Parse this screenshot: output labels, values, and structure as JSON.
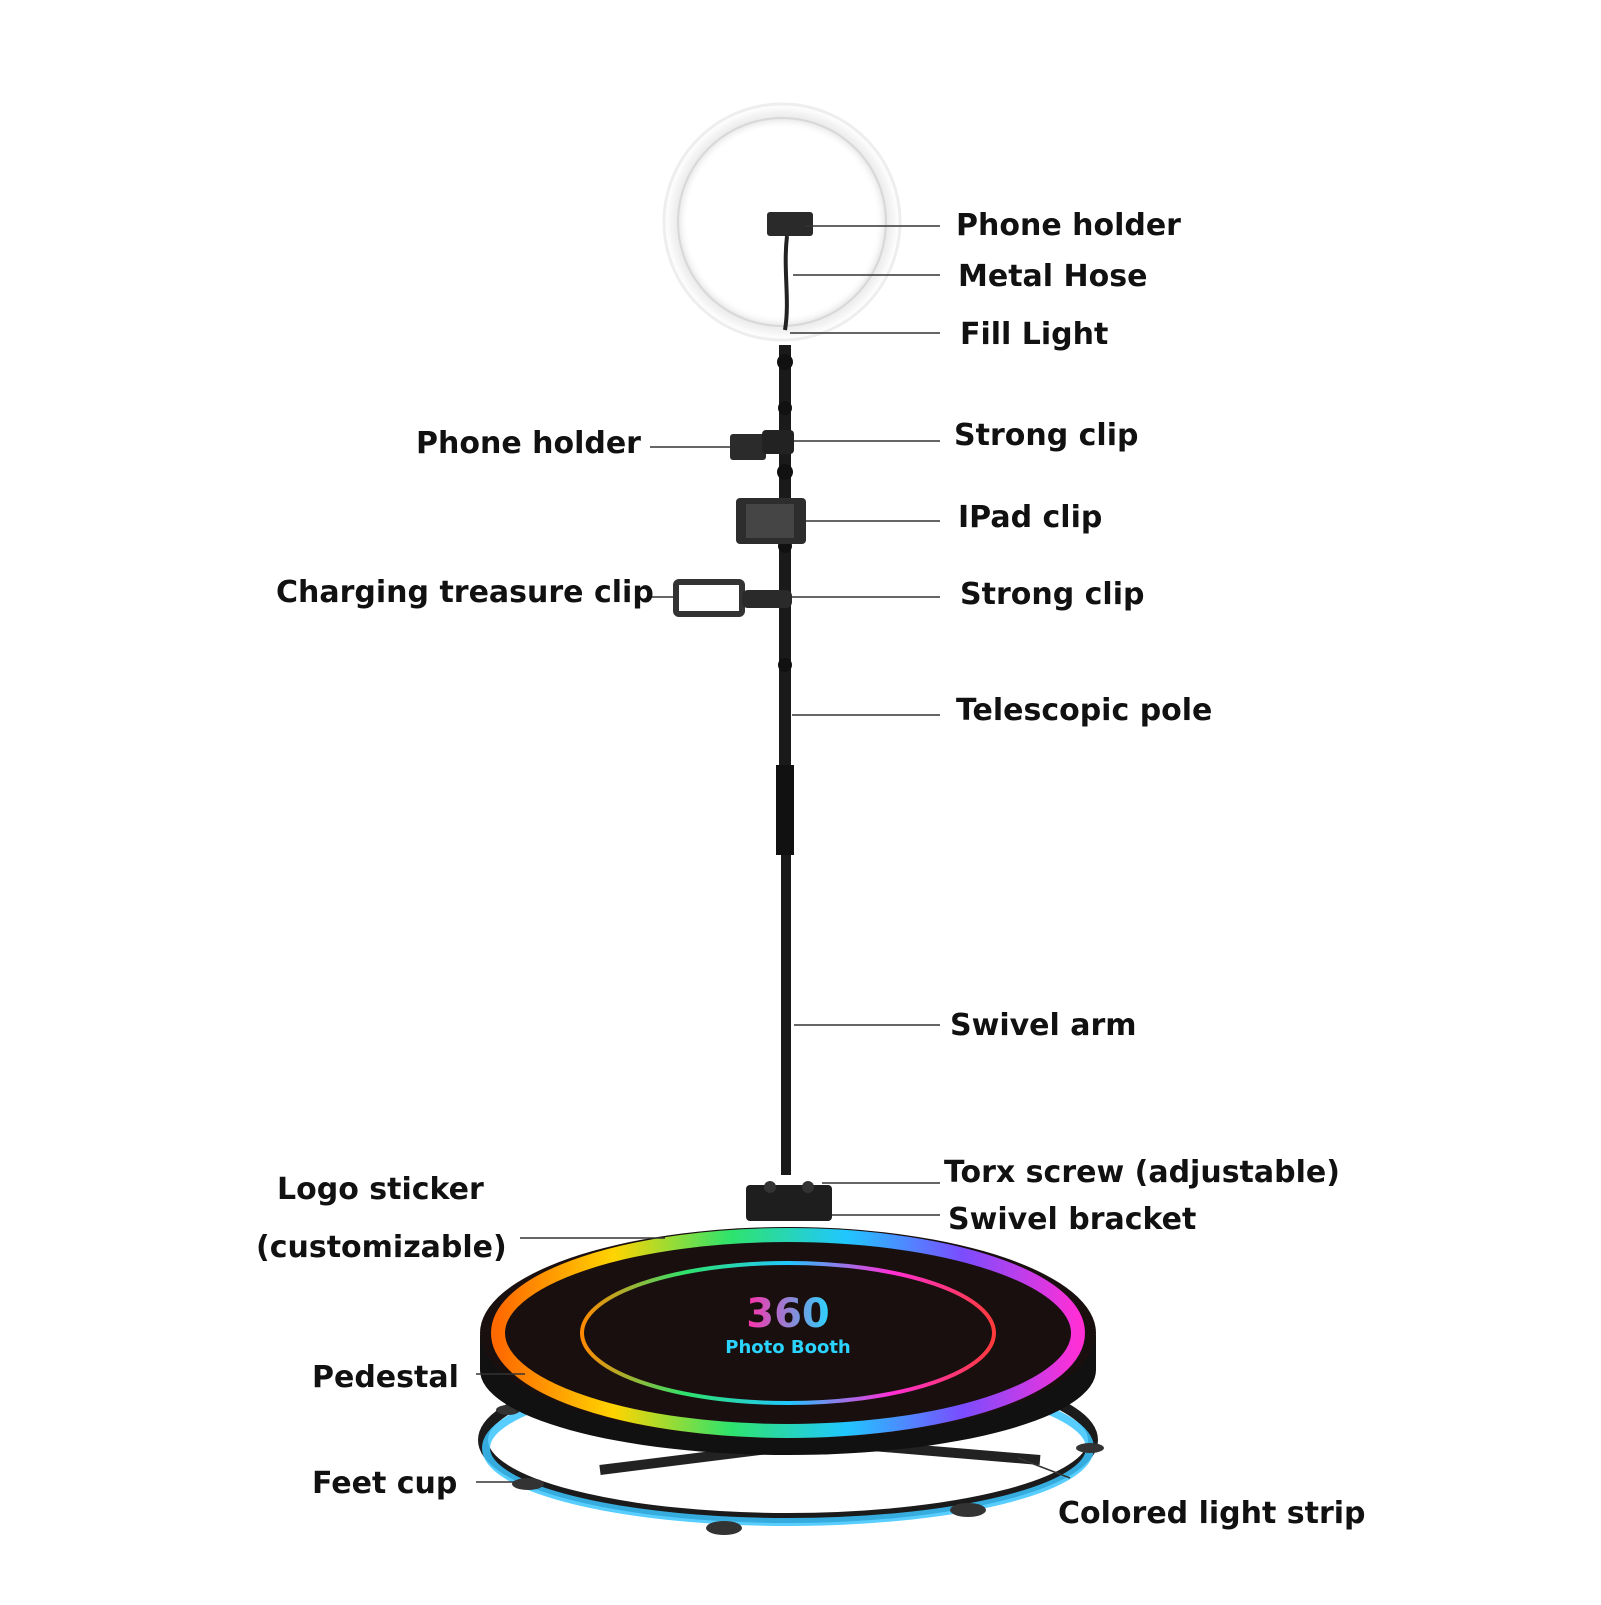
{
  "product": {
    "logo": {
      "mark": "360",
      "text": "Photo Booth",
      "colors": [
        "#ff2fa8",
        "#2ad4ff"
      ]
    },
    "light_ring_color": "#ffffff",
    "strip_color": "#39c6ff",
    "ring_gradient": [
      "#ff6a00",
      "#ffd400",
      "#2fe36c",
      "#20c7ff",
      "#7a4dff",
      "#ff2fd6"
    ]
  },
  "labels": {
    "phone_holder_top": "Phone holder",
    "metal_hose": "Metal Hose",
    "fill_light": "Fill Light",
    "phone_holder_left": "Phone holder",
    "strong_clip_1": "Strong clip",
    "ipad_clip": "IPad clip",
    "charging_clip": "Charging treasure clip",
    "strong_clip_2": "Strong clip",
    "telescopic_pole": "Telescopic pole",
    "swivel_arm": "Swivel arm",
    "torx_screw": "Torx screw (adjustable)",
    "swivel_bracket": "Swivel bracket",
    "logo_sticker_1": "Logo sticker",
    "logo_sticker_2": "(customizable)",
    "pedestal": "Pedestal",
    "feet_cup": "Feet cup",
    "colored_strip": "Colored light strip"
  }
}
